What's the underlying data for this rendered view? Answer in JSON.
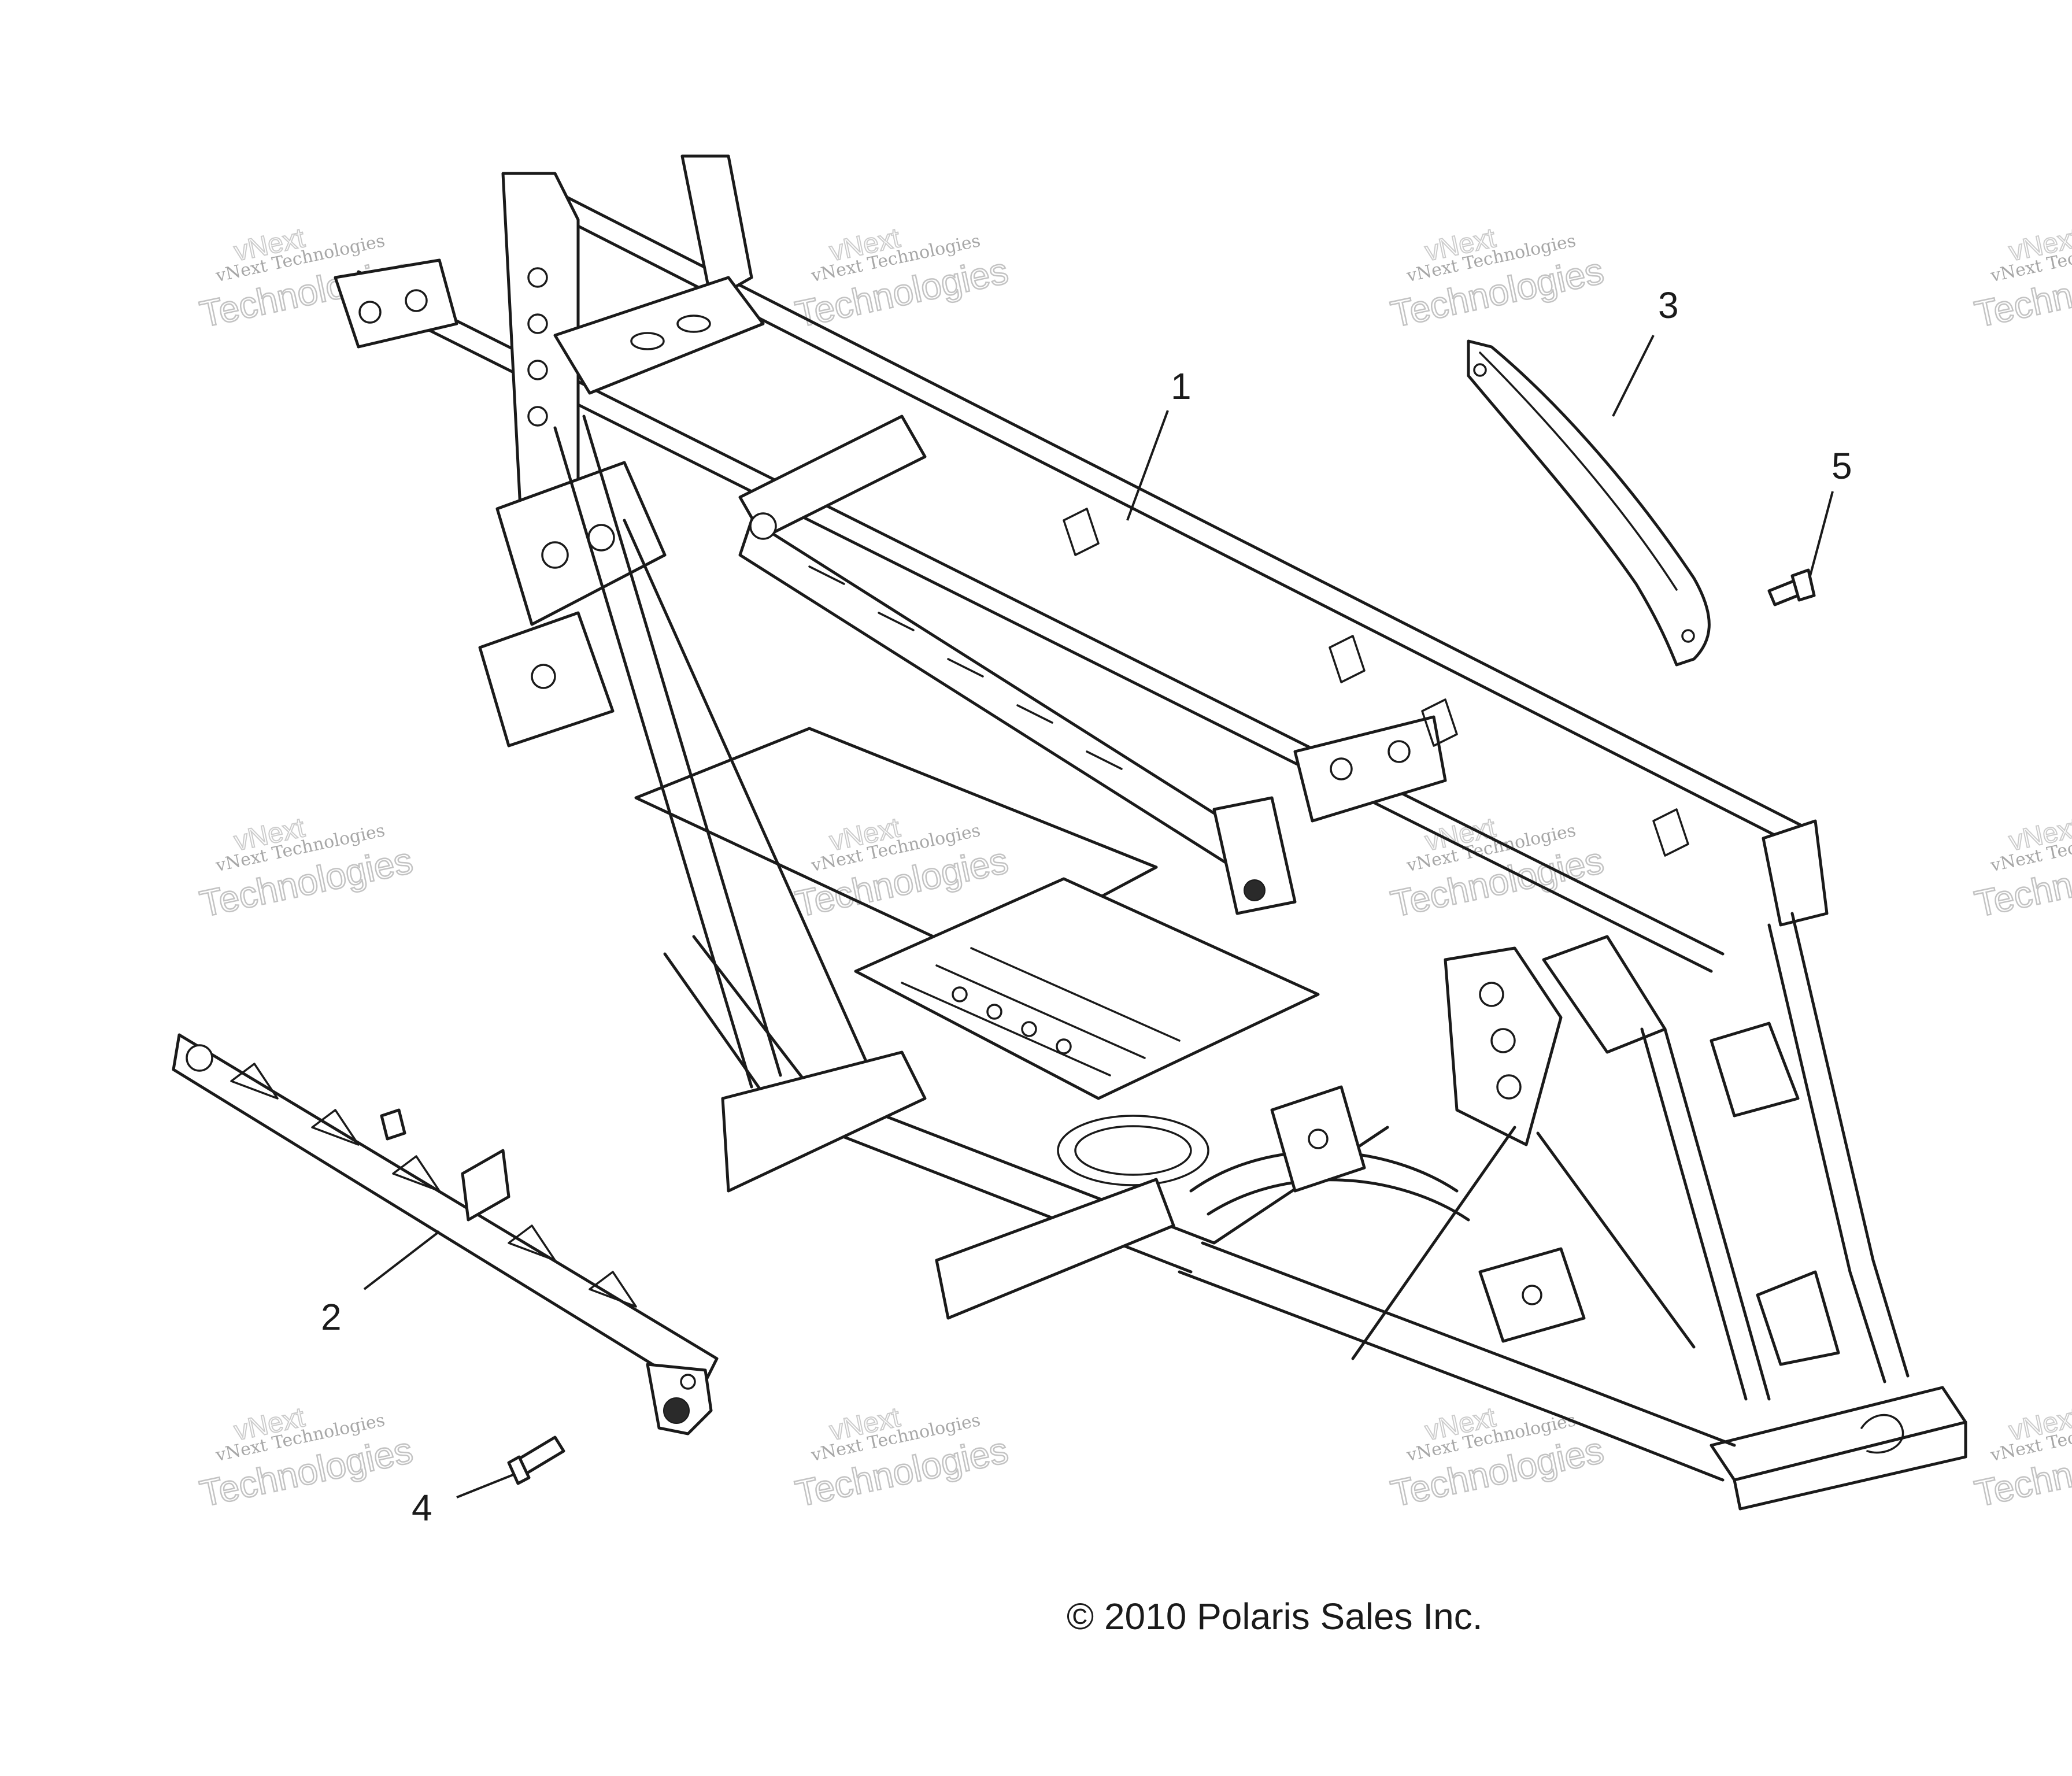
{
  "diagram": {
    "callouts": [
      {
        "id": "1",
        "label": "1"
      },
      {
        "id": "2",
        "label": "2"
      },
      {
        "id": "3",
        "label": "3"
      },
      {
        "id": "4",
        "label": "4"
      },
      {
        "id": "5",
        "label": "5"
      }
    ],
    "copyright": "© 2010 Polaris Sales Inc.",
    "watermark": {
      "small_text": "vNext Technologies",
      "large_text": "Technologies",
      "top_text": "vNext"
    }
  }
}
